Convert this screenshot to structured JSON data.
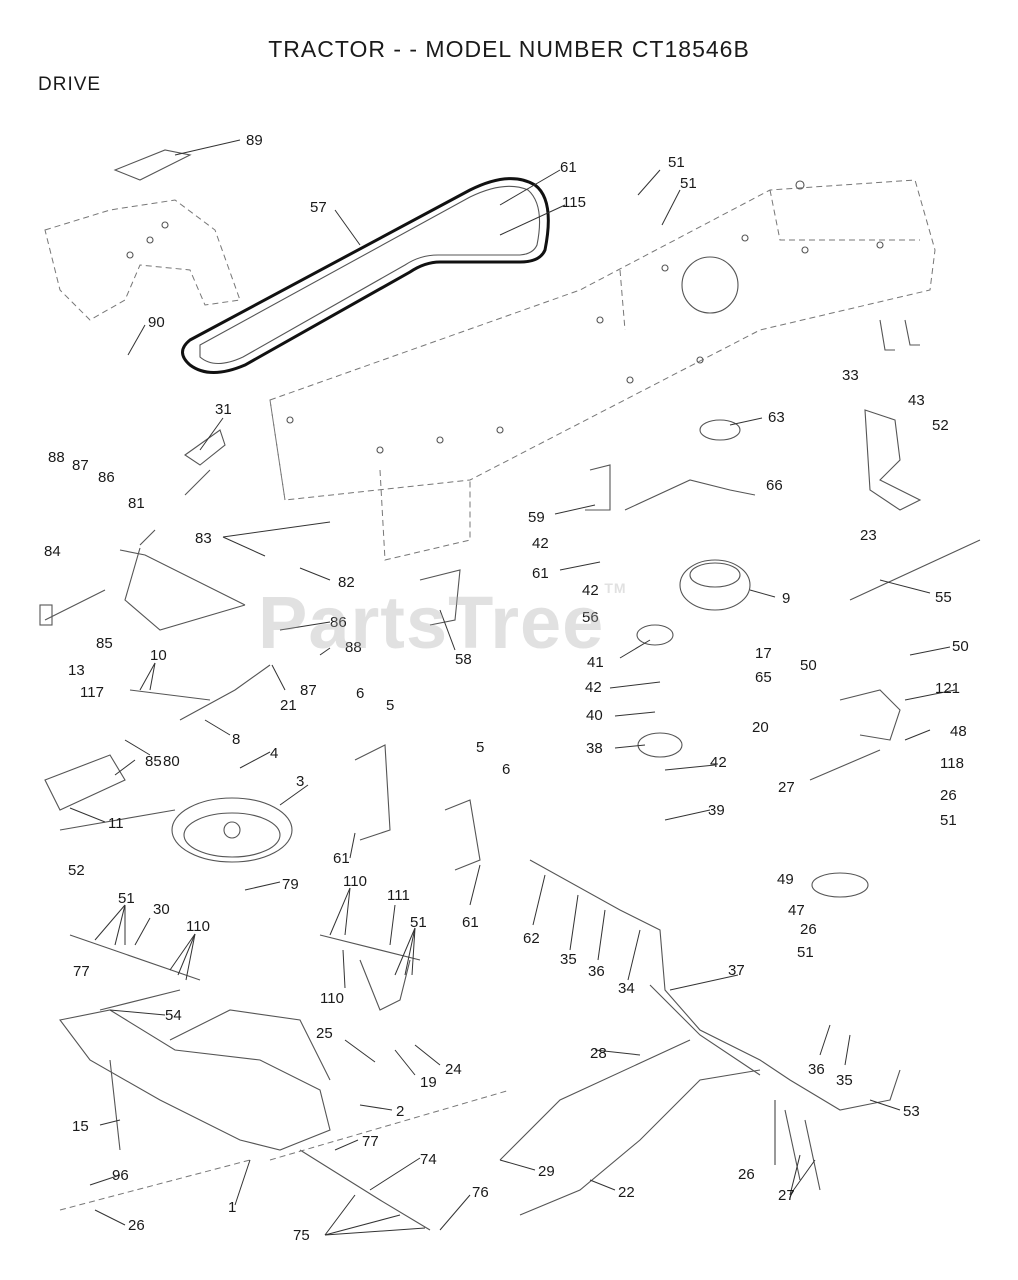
{
  "title": "TRACTOR - - MODEL NUMBER CT18546B",
  "section": "DRIVE",
  "watermark": "PartsTree",
  "watermark_mark": "TM",
  "callouts": [
    "89",
    "57",
    "61",
    "115",
    "51",
    "51",
    "90",
    "31",
    "63",
    "33",
    "43",
    "52",
    "88",
    "87",
    "86",
    "81",
    "66",
    "23",
    "83",
    "82",
    "59",
    "42",
    "61",
    "42",
    "9",
    "55",
    "84",
    "56",
    "85",
    "86",
    "88",
    "58",
    "41",
    "17",
    "50",
    "50",
    "13",
    "10",
    "117",
    "87",
    "21",
    "42",
    "65",
    "121",
    "8",
    "40",
    "20",
    "48",
    "80",
    "4",
    "5",
    "6",
    "85",
    "38",
    "42",
    "27",
    "118",
    "11",
    "3",
    "5",
    "6",
    "39",
    "26",
    "51",
    "61",
    "61",
    "52",
    "79",
    "49",
    "51",
    "30",
    "110",
    "111",
    "47",
    "110",
    "62",
    "35",
    "36",
    "26",
    "51",
    "51",
    "77",
    "34",
    "37",
    "110",
    "54",
    "25",
    "24",
    "19",
    "28",
    "36",
    "35",
    "2",
    "15",
    "77",
    "53",
    "96",
    "74",
    "29",
    "22",
    "26",
    "1",
    "76",
    "27",
    "26",
    "75"
  ]
}
